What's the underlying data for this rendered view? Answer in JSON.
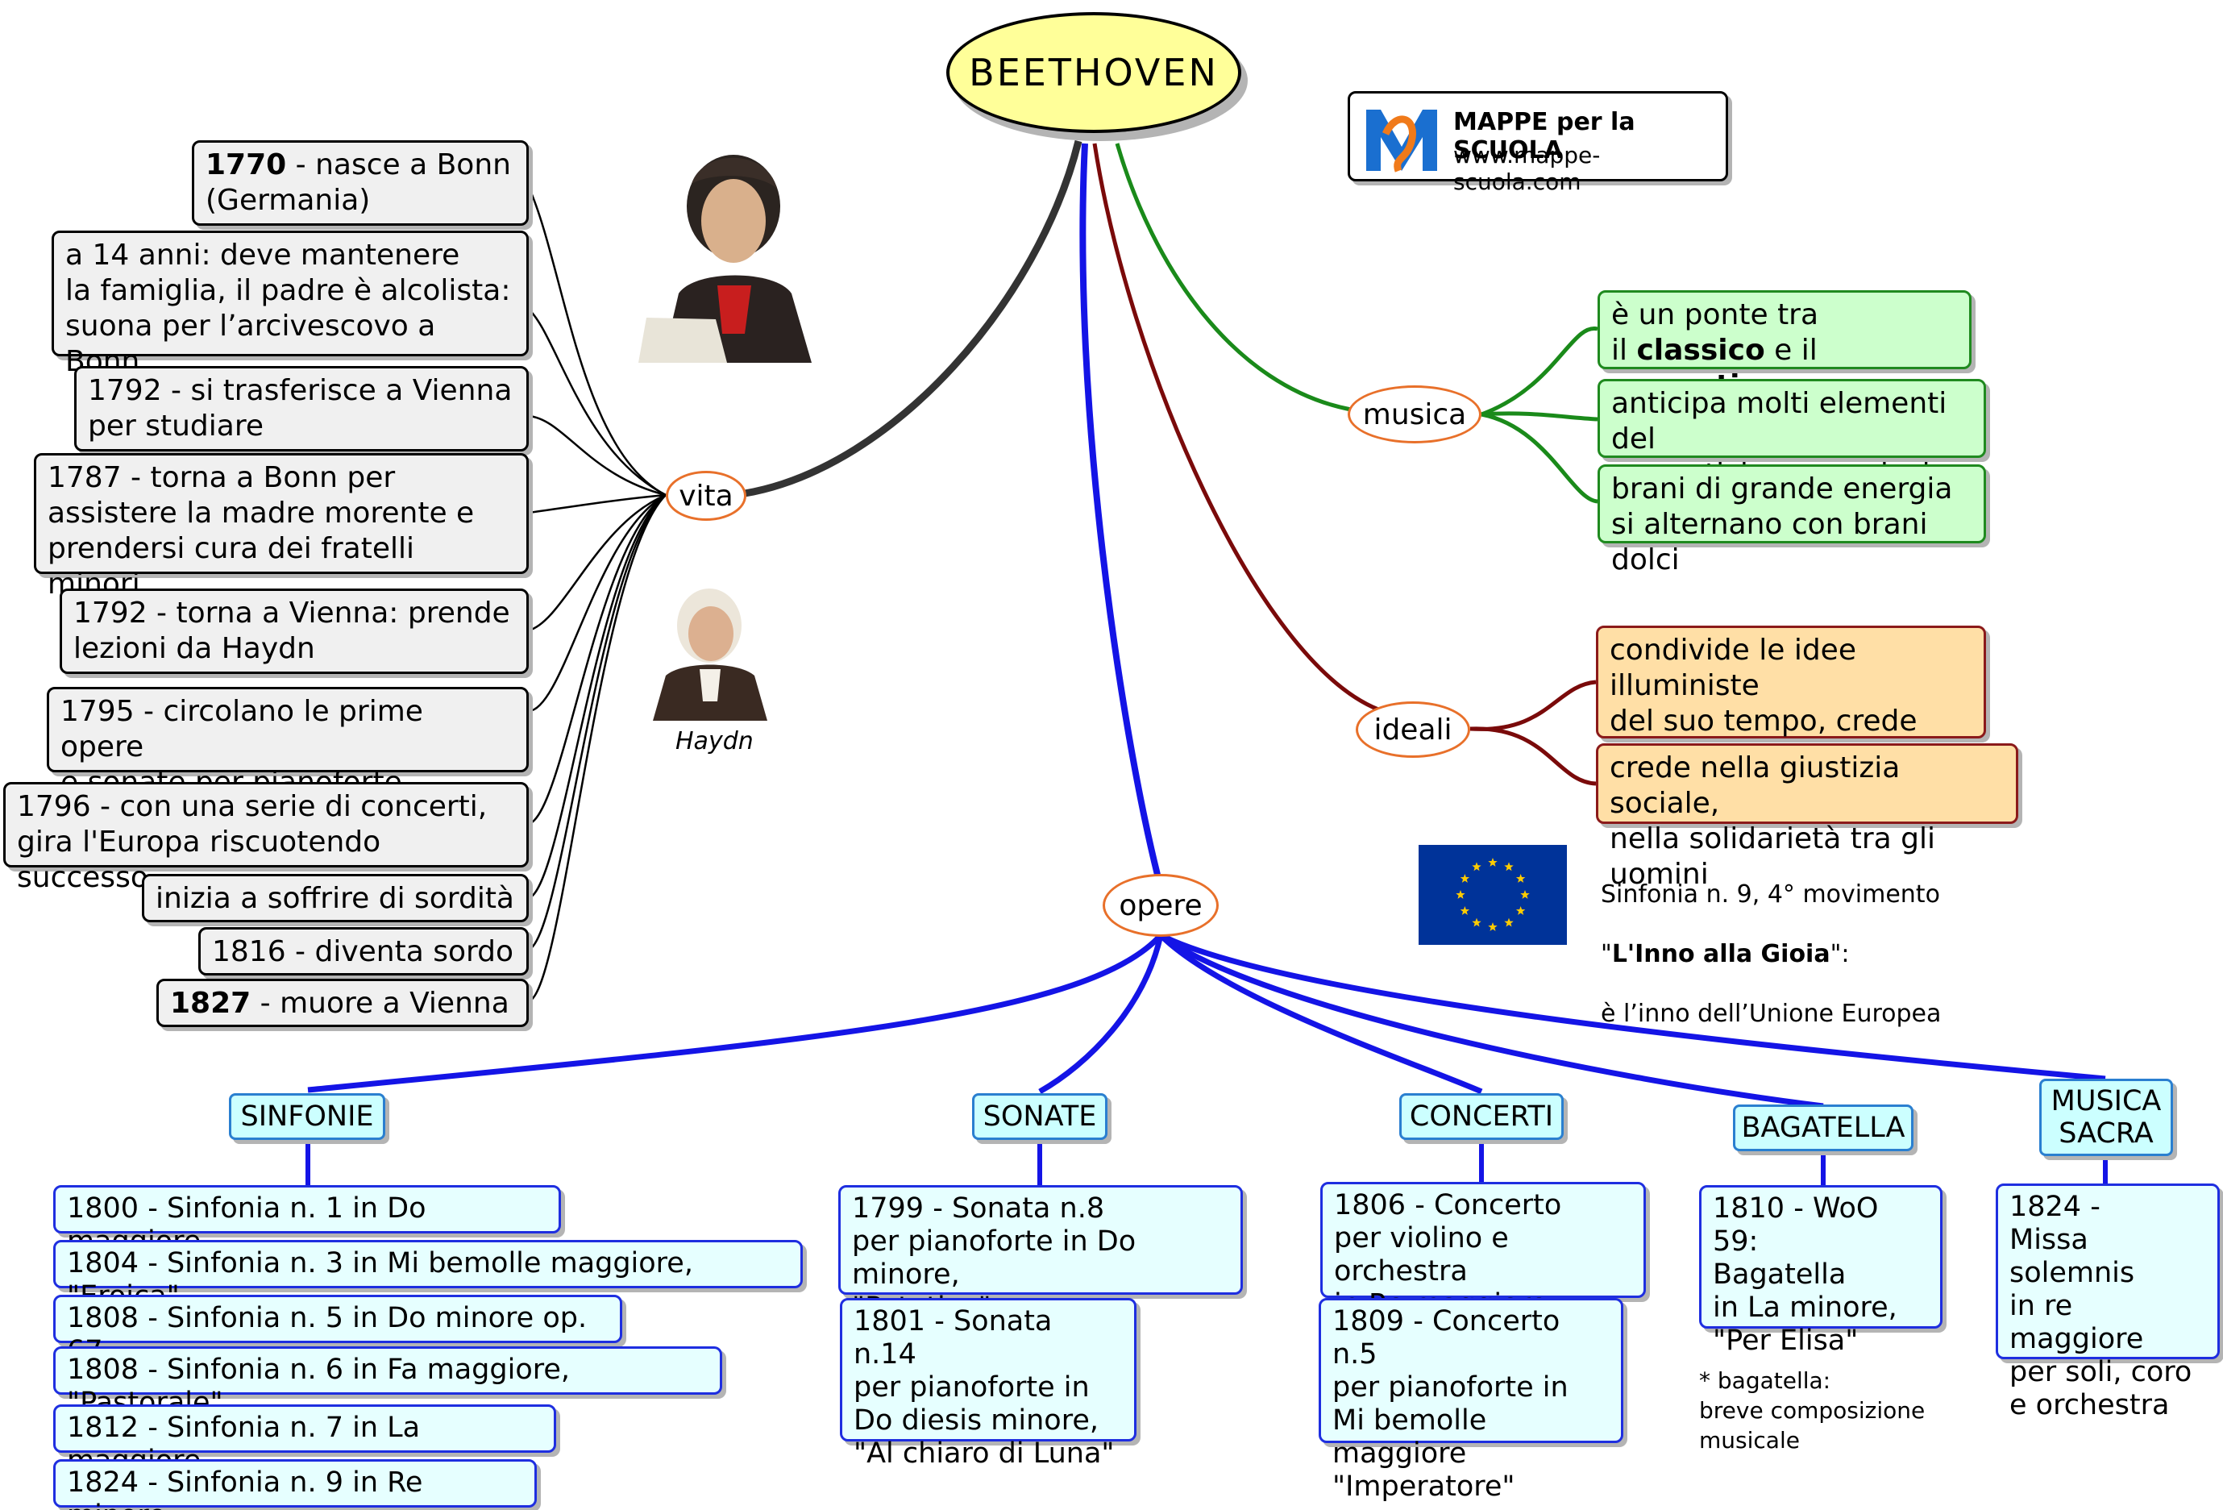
{
  "title": "BEETHOVEN",
  "logo": {
    "line1": "MAPPE per la SCUOLA",
    "line2": "www.mappe-scuola.com",
    "icon": "mappe-logo-icon"
  },
  "branches": {
    "vita": "vita",
    "musica": "musica",
    "ideali": "ideali",
    "opere": "opere"
  },
  "vita_items": [
    {
      "bold": "1770",
      "rest": " - nasce a Bonn\n(Germania)"
    },
    {
      "bold": "",
      "rest": "a 14 anni: deve mantenere\nla famiglia, il padre è alcolista:\nsuona per l’arcivescovo a Bonn"
    },
    {
      "bold": "",
      "rest": "1792 - si trasferisce a Vienna\nper studiare"
    },
    {
      "bold": "",
      "rest": "1787 - torna a Bonn per\nassistere la madre morente e\nprendersi cura dei fratelli minori"
    },
    {
      "bold": "",
      "rest": "1792 - torna a Vienna: prende\nlezioni da Haydn"
    },
    {
      "bold": "",
      "rest": "1795 - circolano le prime opere\ne sonate per pianoforte"
    },
    {
      "bold": "",
      "rest": "1796 - con una serie di concerti,\ngira l'Europa riscuotendo successo"
    },
    {
      "bold": "",
      "rest": "inizia a soffrire di sordità"
    },
    {
      "bold": "",
      "rest": "1816 - diventa sordo"
    },
    {
      "bold": "1827",
      "rest": " - muore a Vienna"
    }
  ],
  "haydn_caption": "Haydn",
  "musica_items": [
    {
      "p1": "è un ponte tra\nil ",
      "b1": "classico",
      "p2": " e il ",
      "b2": "romantico"
    },
    {
      "p1": "anticipa molti elementi del\nromanticismo musicale",
      "b1": "",
      "p2": "",
      "b2": ""
    },
    {
      "p1": "brani di grande energia\nsi alternano con brani dolci",
      "b1": "",
      "p2": "",
      "b2": ""
    }
  ],
  "ideali_items": [
    "condivide le idee illuministe\ndel suo tempo, crede nella\nragione e nelle scienze",
    "crede nella giustizia sociale,\nnella solidarietà tra gli uomini"
  ],
  "eu_note": {
    "line1": "Sinfonia n. 9, 4° movimento",
    "q1": "\"",
    "bold": "L'Inno alla Gioia",
    "q2": "\":",
    "line3": "è l’inno dell’Unione Europea",
    "flag_icon": "eu-flag-icon"
  },
  "categories": {
    "sinfonie": "SINFONIE",
    "sonate": "SONATE",
    "concerti": "CONCERTI",
    "bagatella": "BAGATELLA",
    "musica_sacra": "MUSICA\nSACRA"
  },
  "sinfonie_items": [
    "1800 - Sinfonia n. 1 in Do maggiore",
    "1804 - Sinfonia n. 3 in Mi bemolle maggiore, \"Eroica\"",
    "1808 - Sinfonia n. 5 in Do minore op. 67",
    "1808 - Sinfonia n. 6 in Fa maggiore, \"Pastorale\"",
    "1812 - Sinfonia n. 7 in La maggiore",
    "1824 - Sinfonia n. 9 in Re minore"
  ],
  "sonate_items": [
    "1799 - Sonata n.8\nper pianoforte in Do minore,\n\"Patetica\"",
    "1801 - Sonata n.14\nper pianoforte in\nDo diesis minore,\n\"Al chiaro di Luna\""
  ],
  "concerti_items": [
    "1806 - Concerto\nper violino e orchestra\nin Re maggiore, op.61",
    "1809 - Concerto n.5\nper pianoforte in\nMi bemolle maggiore\n \"Imperatore\""
  ],
  "bagatella_items": [
    "1810 - WoO 59:\nBagatella\nin La minore,\n\"Per Elisa\""
  ],
  "bagatella_note": "* bagatella:\n   breve composizione\n   musicale",
  "musica_sacra_items": [
    "1824 -\nMissa solemnis\nin re maggiore\nper soli, coro\ne orchestra"
  ],
  "colors": {
    "vita_link": "#333333",
    "opere_link": "#1414e6",
    "musica_link": "#1a8a1a",
    "ideali_link": "#7a0a0a",
    "eu_blue": "#003399",
    "eu_star": "#ffcc00"
  }
}
